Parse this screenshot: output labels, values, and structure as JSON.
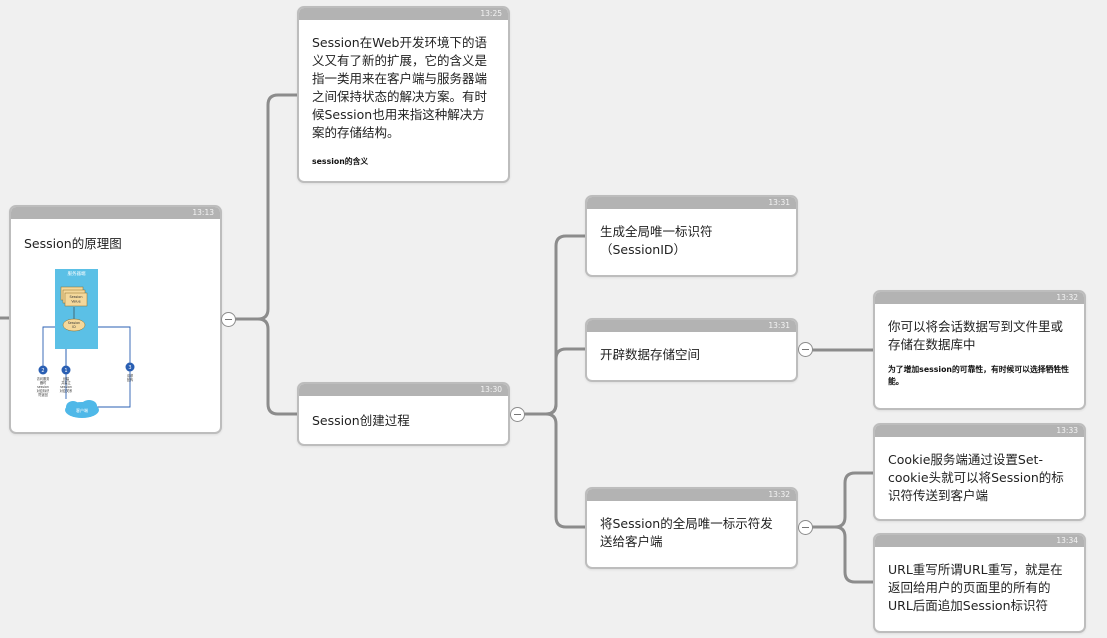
{
  "nodes": {
    "root": {
      "time": "13:13",
      "title": "Session的原理图",
      "diagram": {
        "server_label": "服务器端",
        "value_label": "Session\nValue",
        "id_label": "Session\nID",
        "client_label": "客户端",
        "step1": "1",
        "step2": "2",
        "step3": "3",
        "step1_text": "创建\n并建立\nsession\n对应关系",
        "step2_text": "访问服务\n器时\nsession\n对应标识\n符返回",
        "step3_text": "请求\n回传"
      }
    },
    "meaning": {
      "time": "13:25",
      "text": "Session在Web开发环境下的语义又有了新的扩展，它的含义是指一类用来在客户端与服务器端之间保持状态的解决方案。有时候Session也用来指这种解决方案的存储结构。",
      "note": "session的含义"
    },
    "process": {
      "time": "13:30",
      "text": "Session创建过程"
    },
    "genid": {
      "time": "13:31",
      "text": "生成全局唯一标识符（SessionID）"
    },
    "storage": {
      "time": "13:31",
      "text": "开辟数据存储空间"
    },
    "send": {
      "time": "13:32",
      "text": "将Session的全局唯一标示符发送给客户端"
    },
    "storage_detail": {
      "time": "13:32",
      "text": "你可以将会话数据写到文件里或存储在数据库中",
      "note": "为了增加session的可靠性，有时候可以选择牺牲性能。"
    },
    "cookie": {
      "time": "13:33",
      "text": "Cookie服务端通过设置Set-cookie头就可以将Session的标识符传送到客户端"
    },
    "url": {
      "time": "13:34",
      "text": "URL重写所谓URL重写，就是在返回给用户的页面里的所有的URL后面追加Session标识符"
    }
  },
  "colors": {
    "connector": "#8c8c8c",
    "header": "#b3b3b3",
    "server": "#5bc0e6",
    "client": "#4fb8e8",
    "step_circle": "#2a5fb3"
  }
}
